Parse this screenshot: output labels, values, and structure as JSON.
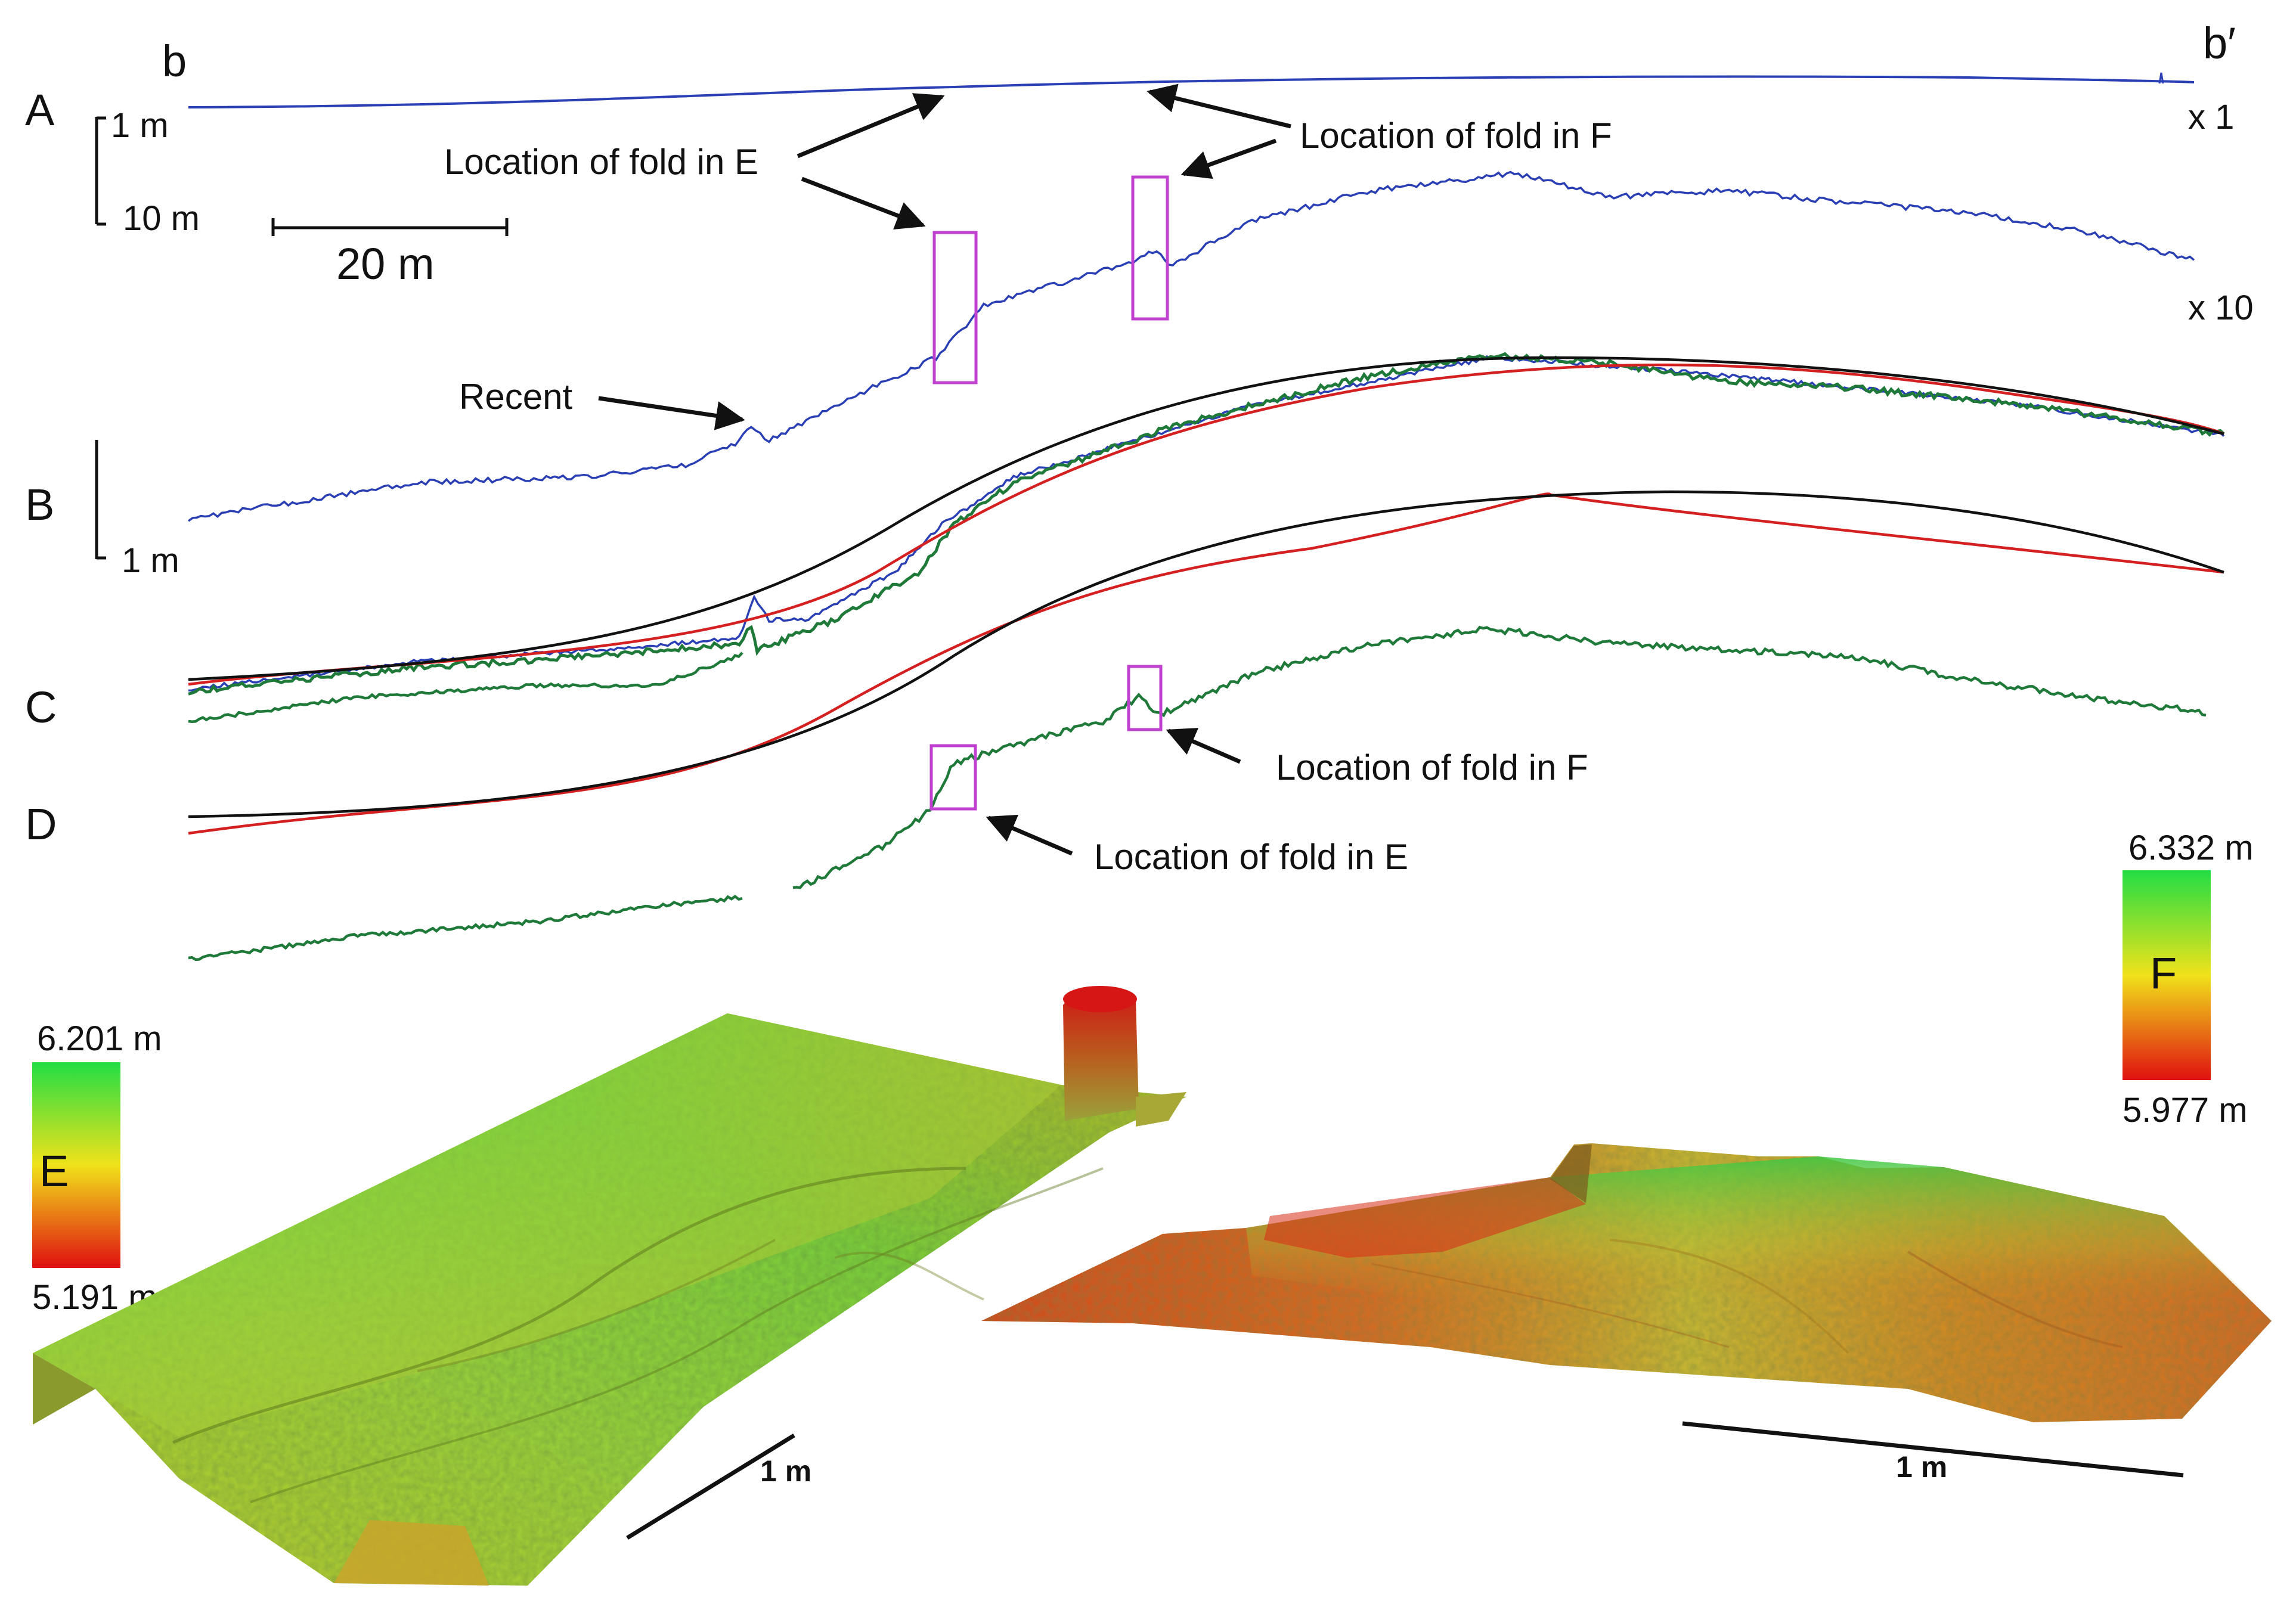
{
  "figure": {
    "profile_endpoints": {
      "start": "b",
      "end": "b′"
    },
    "panels": {
      "a": {
        "label": "A",
        "exaggeration_top": "x 1",
        "exaggeration_bottom": "x 10"
      },
      "b": {
        "label": "B"
      },
      "c": {
        "label": "C"
      },
      "d": {
        "label": "D"
      },
      "e": {
        "label": "E"
      },
      "f": {
        "label": "F"
      }
    },
    "scale_bars": {
      "vertical_a_top": "1 m",
      "vertical_a_bottom": "10 m",
      "horizontal_a": "20 m",
      "vertical_b": "1 m",
      "surface_e": "1 m",
      "surface_f": "1 m"
    },
    "annotations": {
      "fold_e_top": "Location of fold in E",
      "fold_f_top": "Location of fold in F",
      "recent": "Recent",
      "fold_f_bottom": "Location of fold in F",
      "fold_e_bottom": "Location of fold in E"
    },
    "colorbars": {
      "e": {
        "max": "6.201 m",
        "min": "5.191 m"
      },
      "f": {
        "max": "6.332 m",
        "min": "5.977 m"
      }
    },
    "colors": {
      "profile_blue": "#2b3fb5",
      "profile_green": "#1f7a3a",
      "fit_red": "#d42020",
      "fit_black": "#111111",
      "highlight_box": "#c040d0",
      "ramp_high": "#22dd44",
      "ramp_mid": "#f0e21a",
      "ramp_low": "#e01010"
    },
    "icons": [
      "arrow-icon"
    ]
  }
}
